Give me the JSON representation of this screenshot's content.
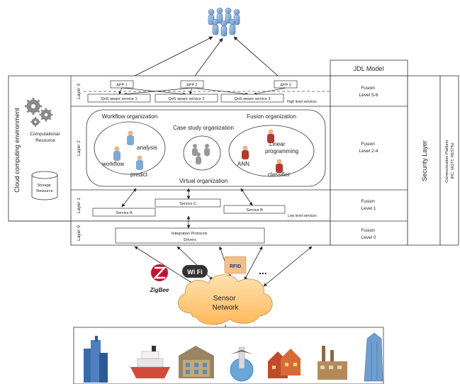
{
  "jdl_header": "JDL Model",
  "cloud_env_label": "Cloud computing environment",
  "computational_resource": [
    "Computational",
    "Resource"
  ],
  "storage_resource": [
    "Storage",
    "Resource"
  ],
  "layers": [
    "Layer 3",
    "Layer 2",
    "Layer 1",
    "Layer 0"
  ],
  "apps": [
    "APP 1",
    "APP 2",
    "APP 3"
  ],
  "qos_services": [
    "QoS aware service 1",
    "QoS aware service 2",
    "QoS aware service 3"
  ],
  "high_level_services": "High level services",
  "workflow_org": {
    "title": "Workflow organization",
    "roles": [
      "analysis",
      "workflow",
      "predict"
    ]
  },
  "case_study_org": "Case study organization",
  "fusion_org": {
    "title": "Fusion organization",
    "roles": [
      "Linear",
      "programming",
      "ANN",
      "classifier"
    ]
  },
  "virtual_org": "Virtual organization",
  "low_services": [
    "Service A",
    "Service C",
    "Service B"
  ],
  "low_level_services": "Low level services",
  "integration": [
    "Integration Protocols",
    "Drivers"
  ],
  "fusion_levels": [
    [
      "Fusion",
      "Level 5-6"
    ],
    [
      "Fusion",
      "Level 2-4"
    ],
    [
      "Fusion",
      "Level 1"
    ],
    [
      "Fusion",
      "Level 0"
    ]
  ],
  "security_layer": "Security Layer",
  "comm_platform": [
    "Communication Platform",
    "IRC, MQTT, RESTful"
  ],
  "zigbee": "ZigBee",
  "wifi": "Wi Fi",
  "rfid": "RFID",
  "ellipsis": "...",
  "sensor_network": [
    "Sensor",
    "Network"
  ],
  "colors": {
    "line": "#333333",
    "panel": "#f7f7f7",
    "cloud": "#ffd089",
    "people": "#7fa8d6",
    "zigbee": "#c8102e"
  },
  "icons": [
    "users-group-icon",
    "gears-icon",
    "storage-icon",
    "zigbee-icon",
    "wifi-icon",
    "rfid-icon",
    "city-icon",
    "ship-icon",
    "building-icon",
    "airport-icon",
    "houses-icon",
    "factory-icon",
    "tower-icon"
  ]
}
